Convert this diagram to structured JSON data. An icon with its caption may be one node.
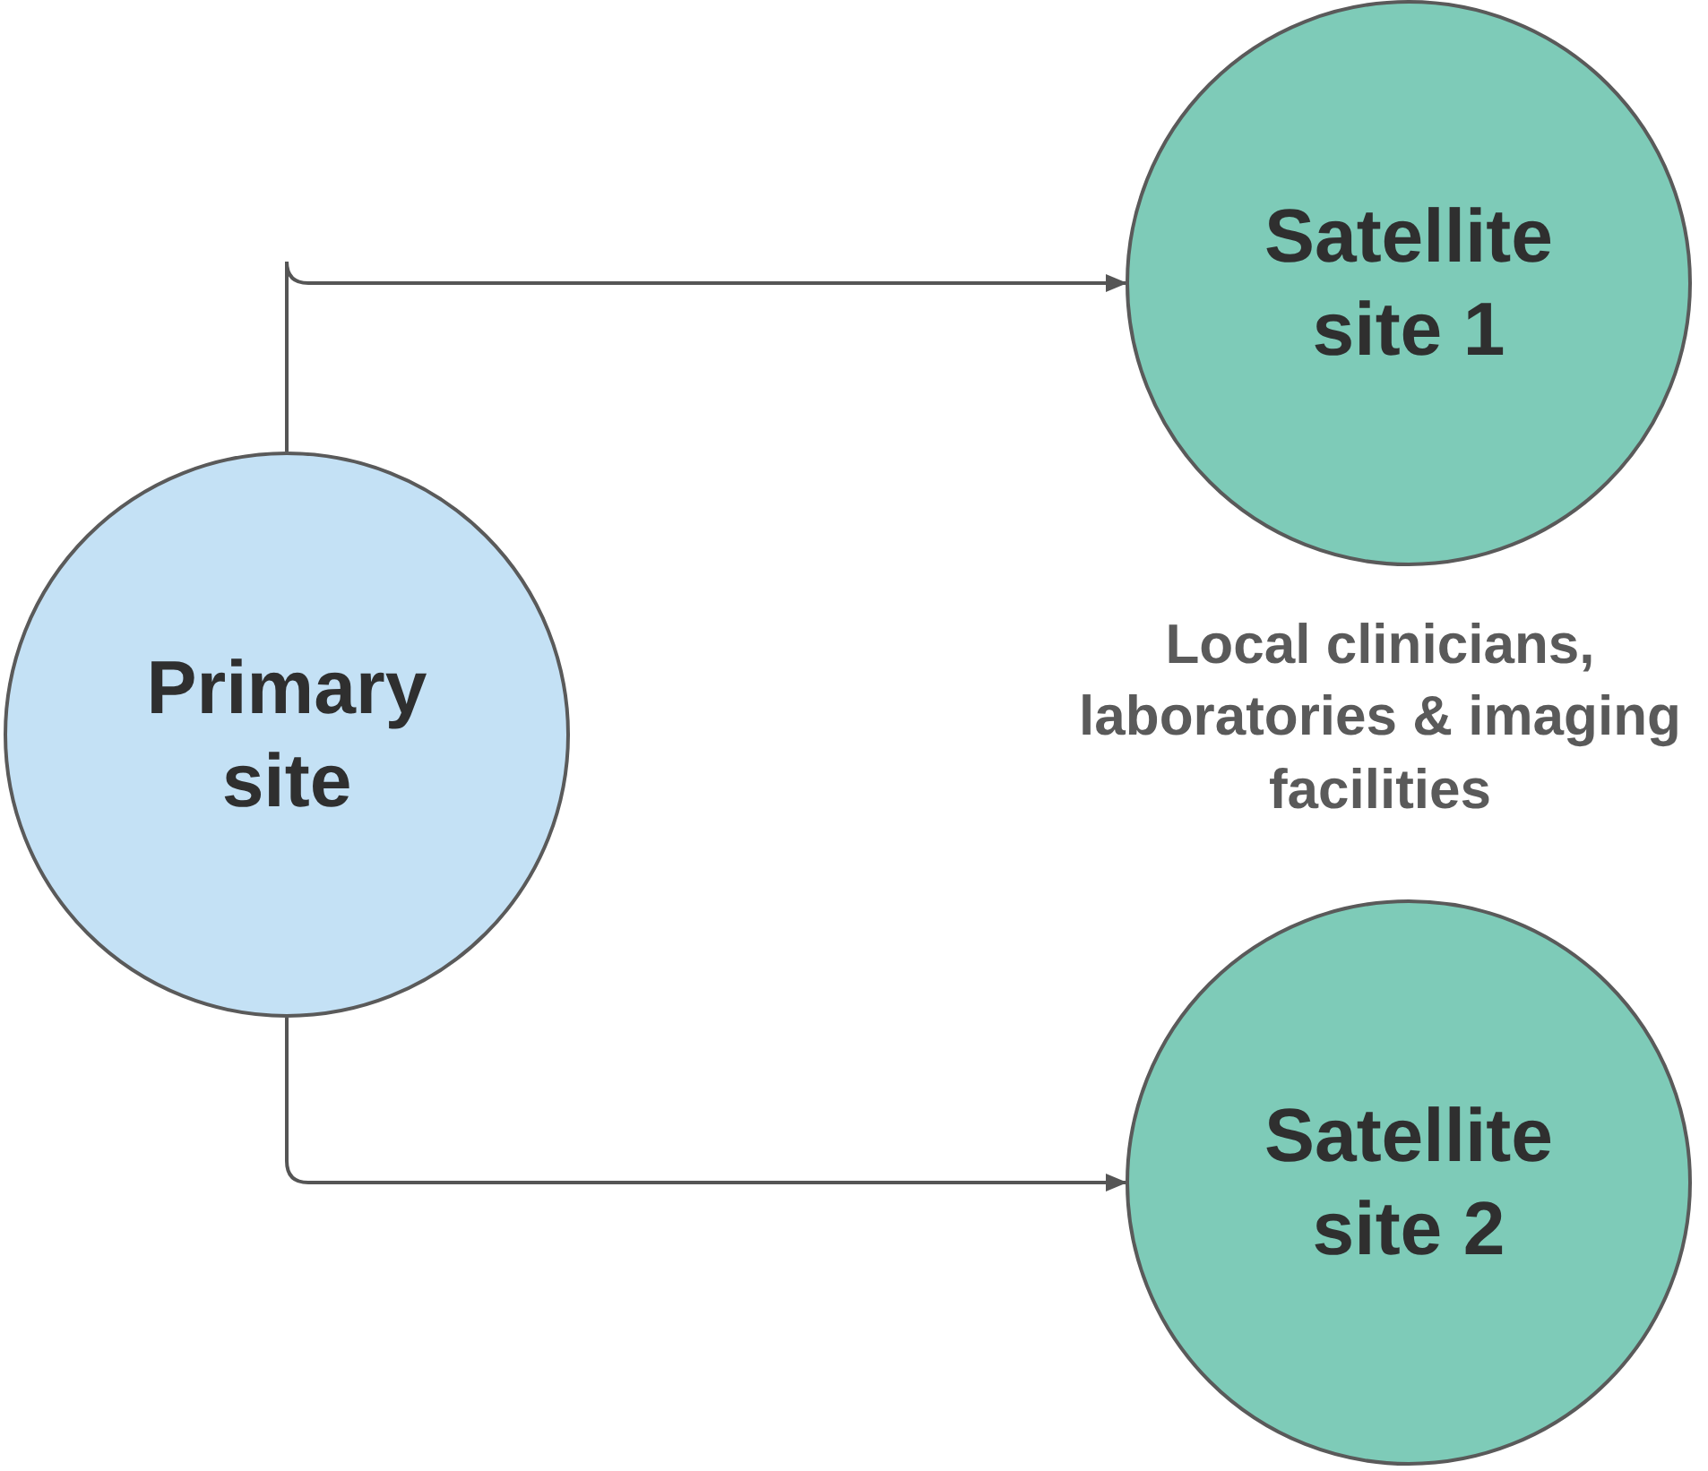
{
  "diagram": {
    "nodes": [
      {
        "text": [
          "Primary site"
        ]
      },
      {
        "text": [
          "Satellite site 1"
        ]
      },
      {
        "text": [
          "Satellite site 2"
        ]
      }
    ],
    "edges": [
      {
        "from": 0,
        "to": 1,
        "arrow": "to"
      },
      {
        "from": 0,
        "to": 2,
        "arrow": "to"
      }
    ],
    "labels": [
      "Local clinicians, laboratories & imaging facilities"
    ]
  }
}
